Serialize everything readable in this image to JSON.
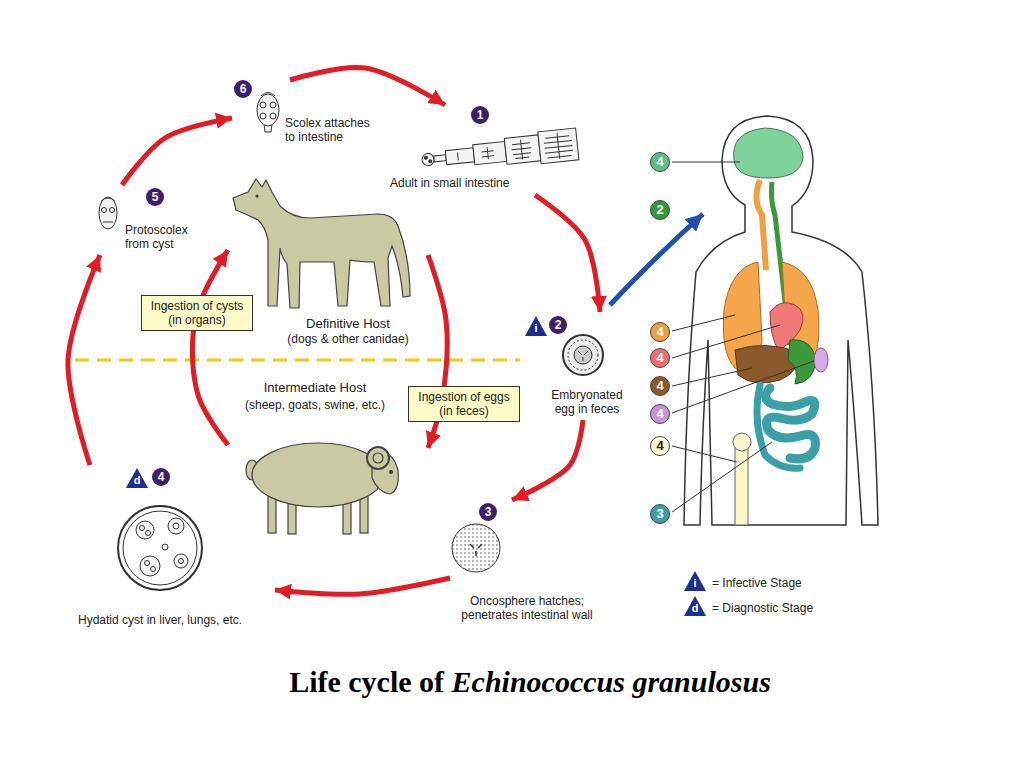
{
  "diagram": {
    "caption": "Life cycle of Echinococcus granulosus",
    "nodes": [
      {
        "text": [
          "1",
          "Adult in small intestine"
        ]
      },
      {
        "text": [
          "i",
          "2",
          "Embryonated egg in feces"
        ]
      },
      {
        "text": [
          "3",
          "Oncosphere hatches; penetrates intestinal wall"
        ]
      },
      {
        "text": [
          "d",
          "4",
          "Hydatid cyst in liver, lungs, etc."
        ]
      },
      {
        "text": [
          "5",
          "Protoscolex from cyst"
        ]
      },
      {
        "text": [
          "6",
          "Scolex attaches to intestine"
        ]
      },
      {
        "text": [
          "Definitive Host",
          "(dogs & other canidae)"
        ]
      },
      {
        "text": [
          "Intermediate Host",
          "(sheep, goats, swine, etc.)"
        ]
      }
    ],
    "edges": [
      {
        "from": 0,
        "to": 1,
        "arrow": "to"
      },
      {
        "from": 1,
        "to": 2,
        "arrow": "to"
      },
      {
        "from": 2,
        "to": 3,
        "arrow": "to"
      },
      {
        "from": 3,
        "to": 4,
        "arrow": "to"
      },
      {
        "from": 4,
        "to": 5,
        "arrow": "to"
      },
      {
        "from": 5,
        "to": 0,
        "arrow": "to"
      },
      {
        "from": 6,
        "to": 7,
        "label": "Ingestion of eggs (in feces)",
        "arrow": "to"
      },
      {
        "from": 7,
        "to": 6,
        "label": "Ingestion of cysts (in organs)",
        "arrow": "to"
      }
    ],
    "labels": [
      "4",
      "2",
      "4",
      "4",
      "4",
      "4",
      "4",
      "3",
      "i",
      "d"
    ],
    "legend": [
      {
        "text": "= Infective Stage"
      },
      {
        "text": "= Diagnostic Stage"
      }
    ]
  }
}
